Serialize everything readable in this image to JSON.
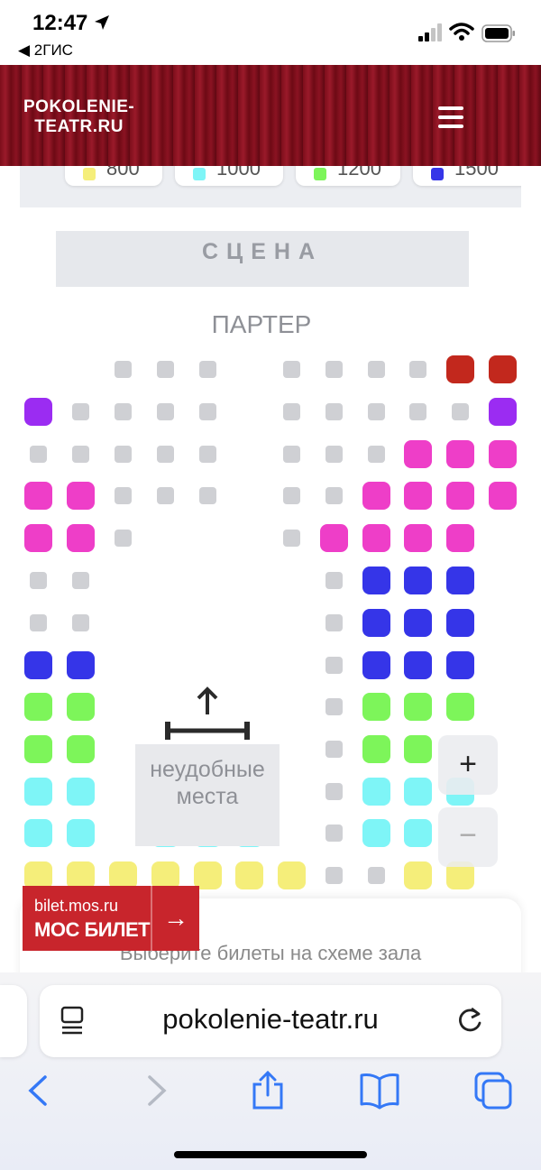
{
  "status_bar": {
    "time": "12:47",
    "back_app": "◀ 2ГИС"
  },
  "header": {
    "logo_line1": "POKOLENIE-",
    "logo_line2": "TEATR.RU"
  },
  "legend": [
    {
      "price": "800",
      "color": "#f5ee7a"
    },
    {
      "price": "1000",
      "color": "#7ef5f7"
    },
    {
      "price": "1200",
      "color": "#7df55a"
    },
    {
      "price": "1500",
      "color": "#3535e8"
    }
  ],
  "hall": {
    "stage_label": "СЦЕНА",
    "section_label": "ПАРТЕР",
    "bad_seats_label": "неудобные места"
  },
  "seat_colors": {
    "purple": "#9b2cf2",
    "magenta": "#ee3ec8",
    "red": "#c2281d",
    "blue": "#3535e8",
    "green": "#7df55a",
    "cyan": "#7ef5f7",
    "yellow": "#f5ee7a",
    "taken": "#cfd0d4"
  },
  "zoom": {
    "in": "+",
    "out": "−"
  },
  "promo": {
    "url": "bilet.mos.ru",
    "brand": "МОС БИЛЕТ"
  },
  "hint": "Выберите билеты на схеме зала",
  "browser": {
    "url": "pokolenie-teatr.ru"
  }
}
